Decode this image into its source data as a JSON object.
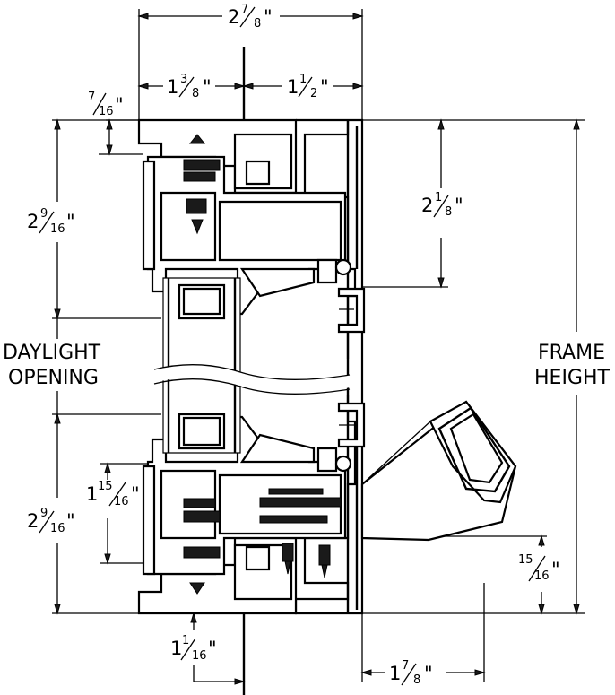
{
  "dimensions": {
    "top_overall": {
      "whole": "2",
      "num": "7",
      "den": "8"
    },
    "top_left": {
      "whole": "1",
      "num": "3",
      "den": "8"
    },
    "top_right": {
      "whole": "1",
      "num": "1",
      "den": "2"
    },
    "left_small": {
      "whole": "",
      "num": "7",
      "den": "16"
    },
    "left_upper": {
      "whole": "2",
      "num": "9",
      "den": "16"
    },
    "left_lower": {
      "whole": "2",
      "num": "9",
      "den": "16"
    },
    "inner_lower": {
      "whole": "1",
      "num": "15",
      "den": "16"
    },
    "right_upper": {
      "whole": "2",
      "num": "1",
      "den": "8"
    },
    "right_lower": {
      "whole": "",
      "num": "15",
      "den": "16"
    },
    "bottom_left": {
      "whole": "1",
      "num": "1",
      "den": "16"
    },
    "bottom_right": {
      "whole": "1",
      "num": "7",
      "den": "8"
    }
  },
  "inch_mark": "\"",
  "labels": {
    "daylight_line1": "DAYLIGHT",
    "daylight_line2": "OPENING",
    "frame_line1": "FRAME",
    "frame_line2": "HEIGHT"
  }
}
